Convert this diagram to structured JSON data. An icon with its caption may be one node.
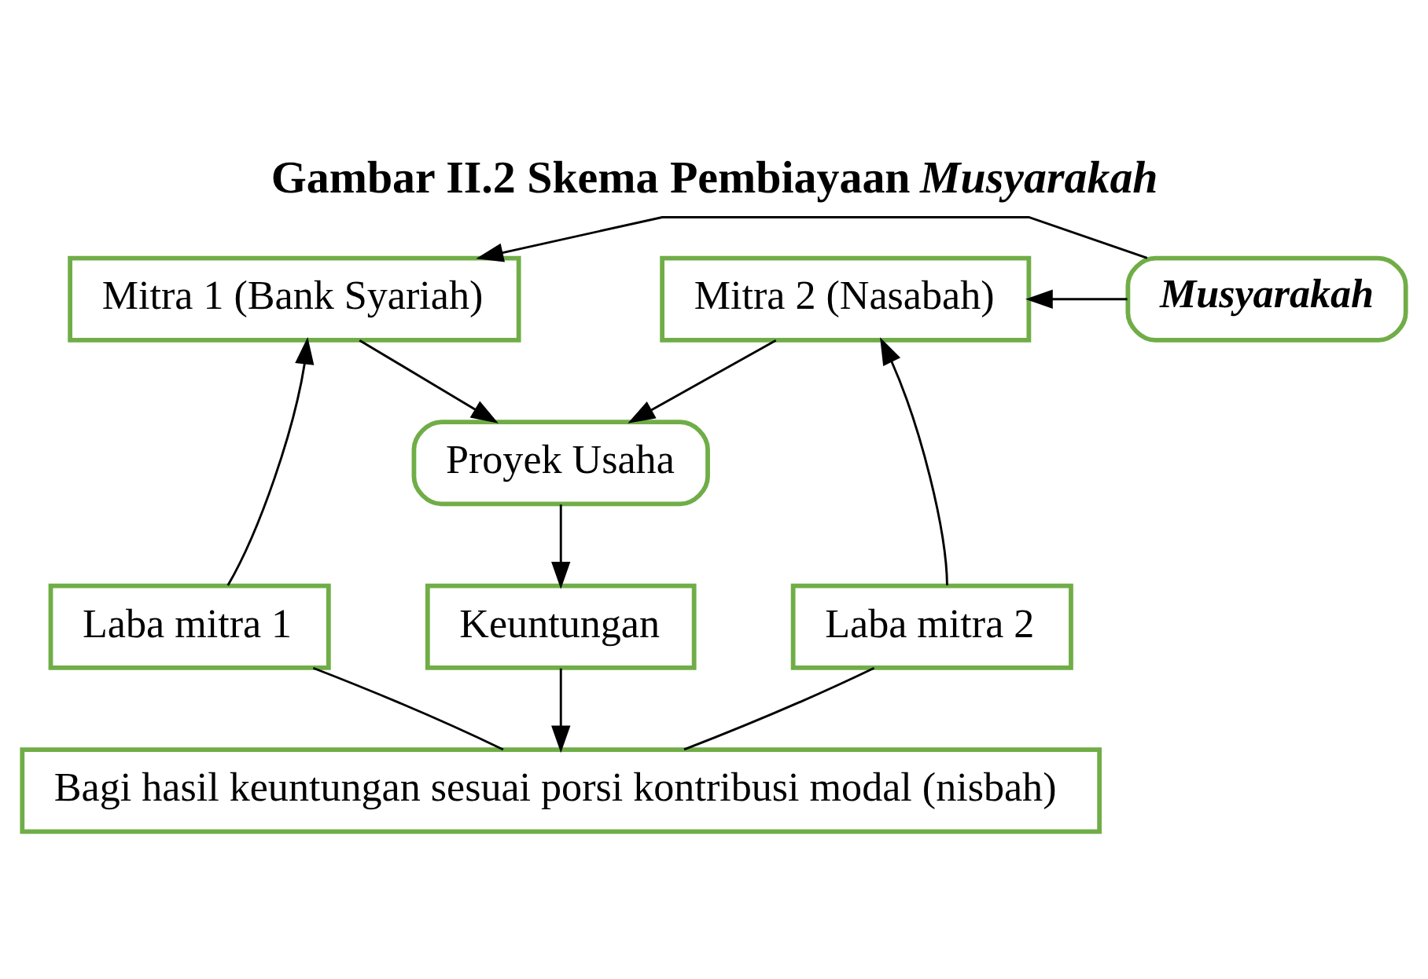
{
  "diagram": {
    "title": "Gambar II.2 Skema Pembiayaan *Musyarakah*",
    "nodes": [
      {
        "text": [
          "Mitra 1 (Bank Syariah)"
        ]
      },
      {
        "text": [
          "Musyarakah"
        ]
      },
      {
        "text": [
          "Mitra 2 (Nasabah)"
        ]
      },
      {
        "text": [
          "Proyek Usaha"
        ]
      },
      {
        "text": [
          "Laba mitra 1"
        ]
      },
      {
        "text": [
          "Keuntungan"
        ]
      },
      {
        "text": [
          "Laba mitra 2"
        ]
      },
      {
        "text": [
          "Bagi hasil keuntungan sesuai porsi kontribusi modal (nisbah)"
        ]
      }
    ],
    "edges": [
      {
        "from": 1,
        "to": 0,
        "arrow": "to"
      },
      {
        "from": 1,
        "to": 2,
        "arrow": "to"
      },
      {
        "from": 0,
        "to": 3,
        "arrow": "to"
      },
      {
        "from": 2,
        "to": 3,
        "arrow": "to"
      },
      {
        "from": 3,
        "to": 5,
        "arrow": "to"
      },
      {
        "from": 5,
        "to": 7,
        "arrow": "to"
      },
      {
        "from": 7,
        "to": 4,
        "arrow": "none"
      },
      {
        "from": 4,
        "to": 0,
        "arrow": "to"
      },
      {
        "from": 7,
        "to": 6,
        "arrow": "none"
      },
      {
        "from": 6,
        "to": 2,
        "arrow": "to"
      }
    ]
  }
}
